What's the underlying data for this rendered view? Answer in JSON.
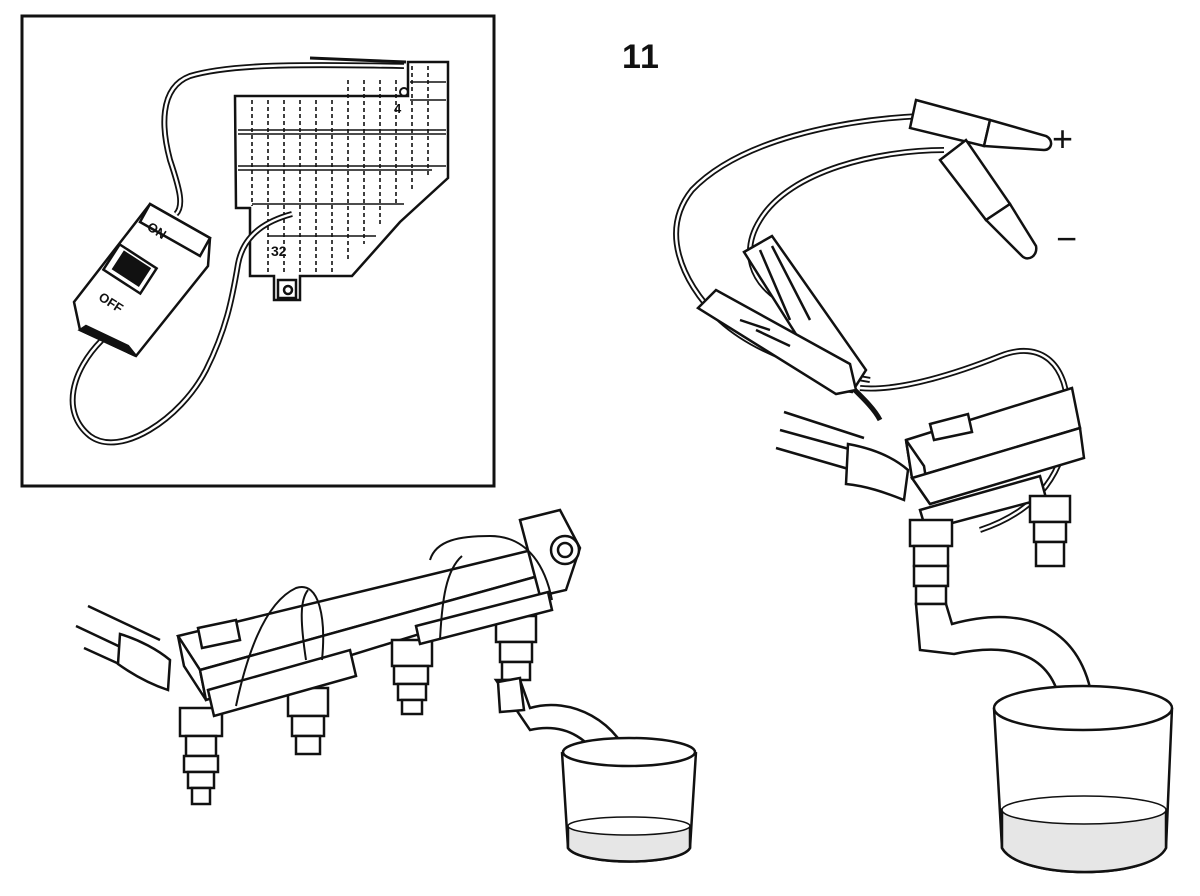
{
  "figure_number": "11",
  "inset": {
    "switch_on_label": "ON",
    "switch_off_label": "OFF",
    "fuse_labels": [
      "4",
      "32"
    ]
  },
  "terminals": {
    "positive": "+",
    "negative": "−"
  },
  "colors": {
    "ink": "#111111",
    "background": "#ffffff",
    "liquid": "#e6e6e6"
  }
}
